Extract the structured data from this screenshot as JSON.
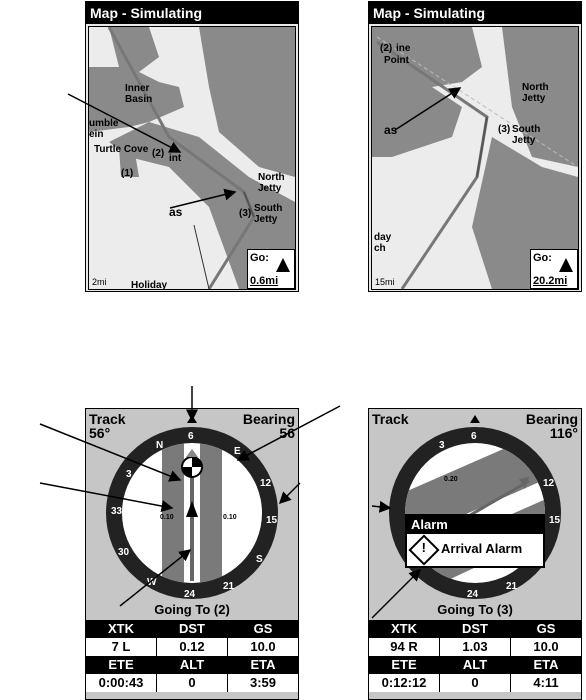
{
  "map_left": {
    "title": "Map - Simulating",
    "labels": {
      "inner_basin": "Inner\nBasin",
      "umble": "umble",
      "ein": "ein",
      "turtle_cove": "Turtle Cove",
      "wp2": "(2)",
      "int": "int",
      "wp1": "(1)",
      "north_jetty": "North\nJetty",
      "wp3": "(3)",
      "south_jetty": "South\nJetty",
      "as": "as",
      "holiday": "Holiday"
    },
    "scale": "2mi",
    "goto_label": "Go:",
    "goto_distance": "0.6mi"
  },
  "map_right": {
    "title": "Map - Simulating",
    "labels": {
      "wp2": "(2)",
      "ine": "ine",
      "point": "Point",
      "north_jetty": "North\nJetty",
      "wp3": "(3)",
      "south_jetty": "South\nJetty",
      "as": "as",
      "day": "day\nch"
    },
    "scale": "15mi",
    "goto_label": "Go:",
    "goto_distance": "20.2mi"
  },
  "compass_left": {
    "track_label": "Track",
    "track_value": "56°",
    "bearing_label": "Bearing",
    "bearing_value": "56",
    "ticks": [
      "N",
      "3",
      "6",
      "E",
      "12",
      "15",
      "S",
      "21",
      "24",
      "W",
      "30",
      "33"
    ],
    "lane_marks": [
      "0.10",
      "0.10"
    ],
    "going_to": "Going To (2)",
    "data_headers": [
      "XTK",
      "DST",
      "GS",
      "ETE",
      "ALT",
      "ETA"
    ],
    "data_values": [
      "7 L",
      "0.12",
      "10.0",
      "0:00:43",
      "0",
      "3:59"
    ]
  },
  "compass_right": {
    "track_label": "Track",
    "bearing_label": "Bearing",
    "bearing_value": "116°",
    "ticks": [
      "3",
      "6",
      "12",
      "15",
      "21",
      "24"
    ],
    "lane_mark": "0.20",
    "alarm_title": "Alarm",
    "alarm_icon_glyph": "!",
    "alarm_text": "Arrival Alarm",
    "going_to": "Going To (3)",
    "data_headers": [
      "XTK",
      "DST",
      "GS",
      "ETE",
      "ALT",
      "ETA"
    ],
    "data_values": [
      "94 R",
      "1.03",
      "10.0",
      "0:12:12",
      "0",
      "4:11"
    ]
  },
  "colors": {
    "land": "#ececec",
    "water": "#8a8a8a",
    "compass_bg": "#c6c6c6",
    "lane": "#7a7a7a"
  }
}
